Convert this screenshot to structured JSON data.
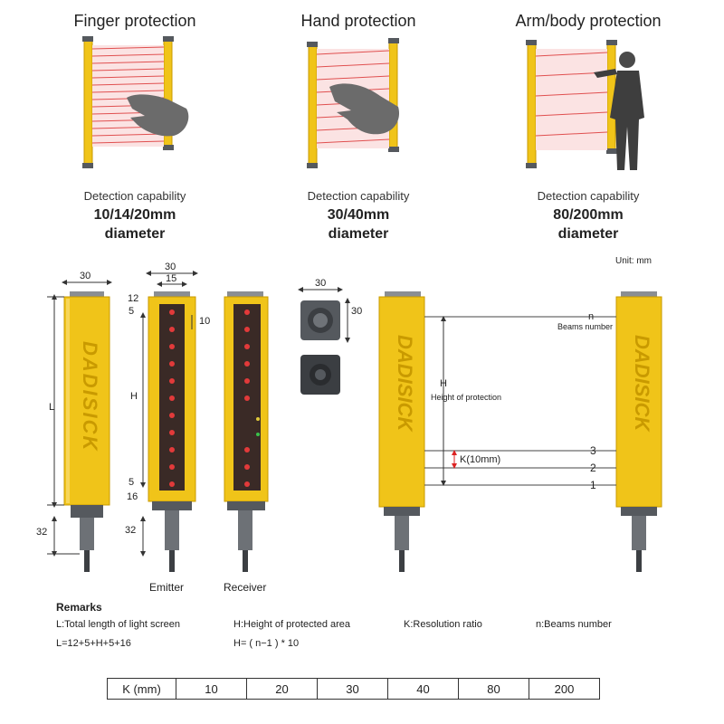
{
  "protection": [
    {
      "title": "Finger protection",
      "caption": "Detection capability",
      "value": "10/14/20mm",
      "unit": "diameter"
    },
    {
      "title": "Hand protection",
      "caption": "Detection capability",
      "value": "30/40mm",
      "unit": "diameter"
    },
    {
      "title": "Arm/body protection",
      "caption": "Detection capability",
      "value": "80/200mm",
      "unit": "diameter"
    }
  ],
  "unit_note": "Unit: mm",
  "brand": "DADISICK",
  "dimensions": {
    "width": "30",
    "inner": "15",
    "top": "12",
    "offset_top": "5",
    "pitch": "10",
    "height": "H",
    "offset_bottom": "5",
    "bottom": "16",
    "length": "L",
    "connector": "32",
    "connector2": "32",
    "end_w": "30",
    "end_h": "30"
  },
  "labels": {
    "emitter": "Emitter",
    "receiver": "Receiver",
    "n": "n",
    "beams_number": "Beams number",
    "H": "H",
    "height_of_protection": "Height of protection",
    "k": "K(10mm)",
    "beam3": "3",
    "beam2": "2",
    "beam1": "1"
  },
  "remarks": {
    "title": "Remarks",
    "L_def": "L:Total length of light screen",
    "H_def": "H:Height of protected area",
    "K_def": "K:Resolution ratio",
    "n_def": "n:Beams number",
    "L_formula": "L=12+5+H+5+16",
    "H_formula": "H= ( n−1 ) * 10"
  },
  "k_table": {
    "header": "K (mm)",
    "values": [
      "10",
      "20",
      "30",
      "40",
      "80",
      "200"
    ]
  },
  "colors": {
    "housing": "#f0c419",
    "housing_edge": "#c99a00",
    "beam": "#e03a3a",
    "cap": "#55595e"
  }
}
